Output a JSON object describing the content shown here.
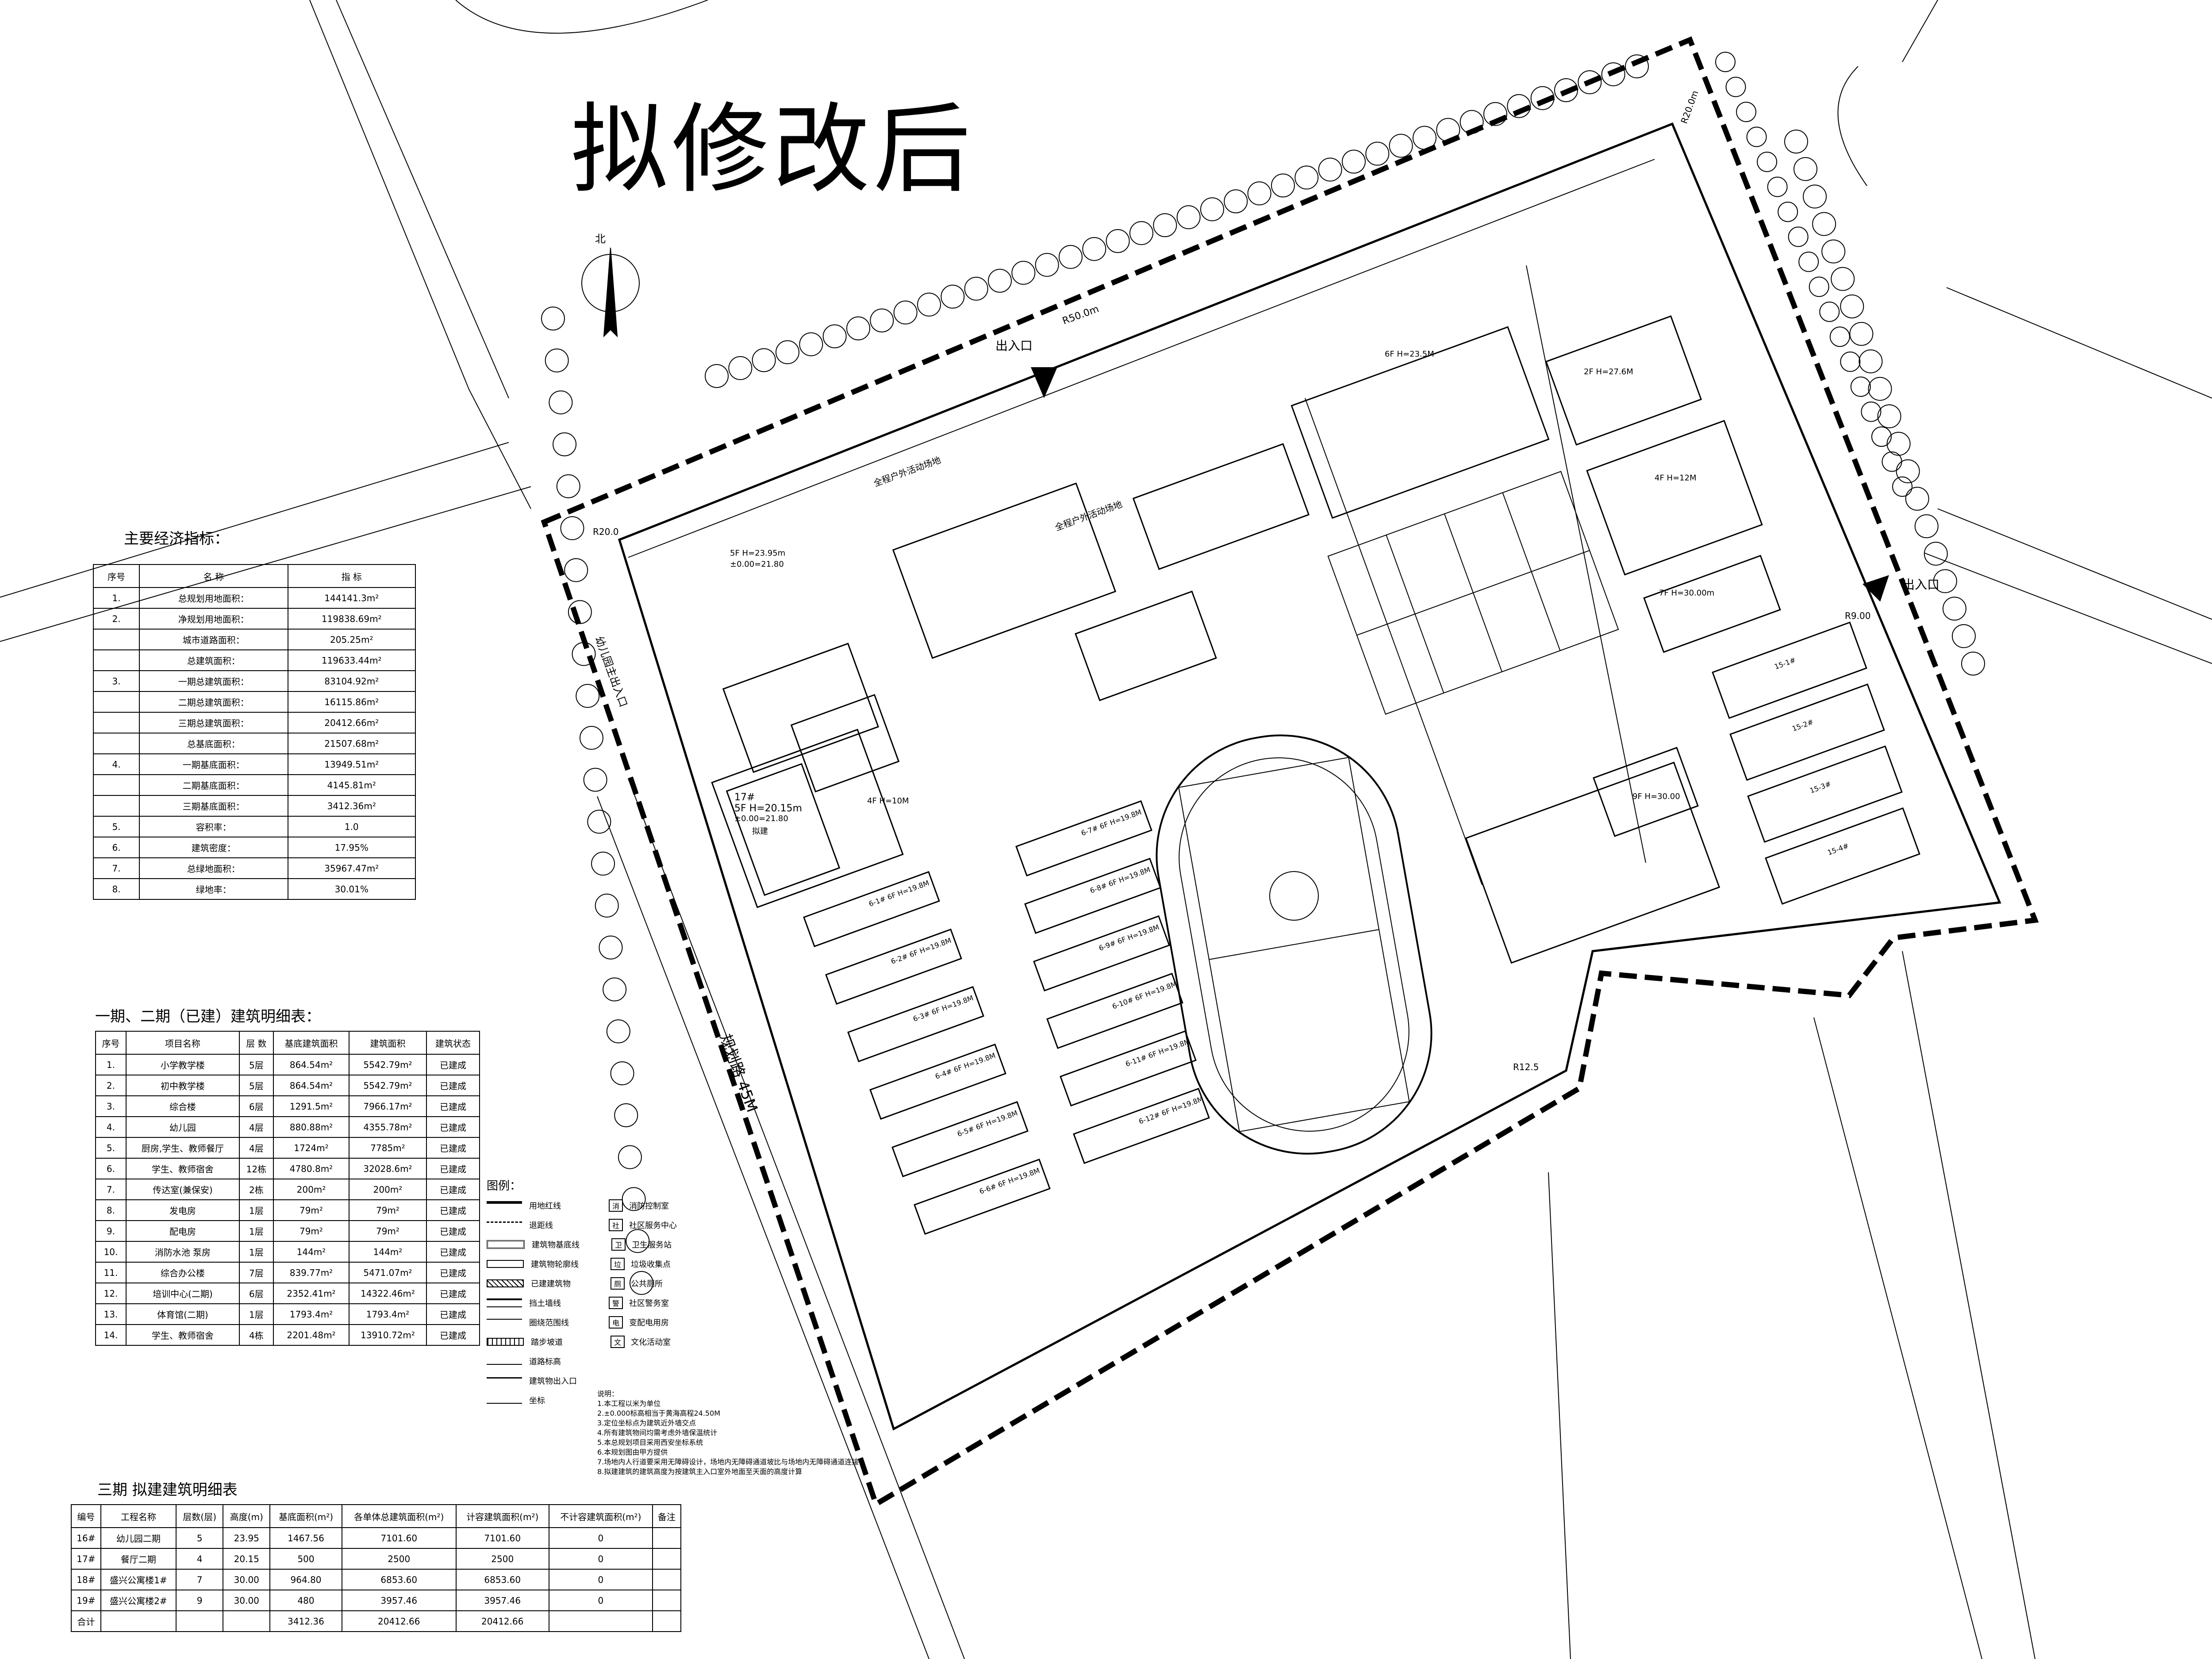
{
  "title": "拟修改后",
  "compass_label": "北",
  "map_labels": {
    "entrance_top": "出入口",
    "entrance_right": "出入口",
    "road_left": "规划路 45M",
    "kindergarten_entrance": "幼儿园主出入口",
    "activity_1": "全程户外活动场地",
    "activity_2": "全程户外活动场地",
    "r50": "R50.0m",
    "r20_top": "R20.0m",
    "r20_left": "R20.0",
    "r9": "R9.00",
    "r125": "R12.5",
    "bldg_17": "17#",
    "bldg_17_h": "5F H=20.15m",
    "bldg_17_z": "±0.00=21.80",
    "bldg_17_s": "拟建",
    "bldg_16_h": "5F H=23.95m",
    "bldg_16_z": "±0.00=21.80",
    "bldg_3": "4F H=10M",
    "bldg_12": "6F H=23.5M",
    "bldg_11": "2F H=27.6M",
    "bldg_13": "4F H=12M",
    "bldg_18": "7F H=30.00m",
    "bldg_19": "9F H=30.00",
    "dorms": [
      "6-1#",
      "6-2#",
      "6-3#",
      "6-4#",
      "6-5#",
      "6-6#",
      "6-7#",
      "6-8#",
      "6-9#",
      "6-10#",
      "6-11#",
      "6-12#"
    ],
    "dorm_h": "6F H=19.8M",
    "villas": [
      "15-1#",
      "15-2#",
      "15-3#",
      "15-4#"
    ]
  },
  "econ": {
    "title": "主要经济指标：",
    "header": [
      "序号",
      "名 称",
      "指 标"
    ],
    "rows": [
      {
        "no": "1.",
        "name": "总规划用地面积：",
        "value": "144141.3m²"
      },
      {
        "no": "2.",
        "name": "净规划用地面积：",
        "value": "119838.69m²"
      },
      {
        "no": "",
        "name": "城市道路面积：",
        "value": "205.25m²"
      },
      {
        "no": "",
        "name": "总建筑面积：",
        "value": "119633.44m²"
      },
      {
        "no": "3.",
        "name": "一期总建筑面积：",
        "value": "83104.92m²"
      },
      {
        "no": "",
        "name": "二期总建筑面积：",
        "value": "16115.86m²"
      },
      {
        "no": "",
        "name": "三期总建筑面积：",
        "value": "20412.66m²"
      },
      {
        "no": "",
        "name": "总基底面积：",
        "value": "21507.68m²"
      },
      {
        "no": "4.",
        "name": "一期基底面积：",
        "value": "13949.51m²"
      },
      {
        "no": "",
        "name": "二期基底面积：",
        "value": "4145.81m²"
      },
      {
        "no": "",
        "name": "三期基底面积：",
        "value": "3412.36m²"
      },
      {
        "no": "5.",
        "name": "容积率：",
        "value": "1.0"
      },
      {
        "no": "6.",
        "name": "建筑密度：",
        "value": "17.95%"
      },
      {
        "no": "7.",
        "name": "总绿地面积：",
        "value": "35967.47m²"
      },
      {
        "no": "8.",
        "name": "绿地率：",
        "value": "30.01%"
      }
    ]
  },
  "phase12": {
    "title": "一期、二期（已建）建筑明细表：",
    "header": [
      "序号",
      "项目名称",
      "层 数",
      "基底建筑面积",
      "建筑面积",
      "建筑状态"
    ],
    "rows": [
      [
        "1.",
        "小学教学楼",
        "5层",
        "864.54m²",
        "5542.79m²",
        "已建成"
      ],
      [
        "2.",
        "初中教学楼",
        "5层",
        "864.54m²",
        "5542.79m²",
        "已建成"
      ],
      [
        "3.",
        "综合楼",
        "6层",
        "1291.5m²",
        "7966.17m²",
        "已建成"
      ],
      [
        "4.",
        "幼儿园",
        "4层",
        "880.88m²",
        "4355.78m²",
        "已建成"
      ],
      [
        "5.",
        "厨房,学生、教师餐厅",
        "4层",
        "1724m²",
        "7785m²",
        "已建成"
      ],
      [
        "6.",
        "学生、教师宿舍",
        "12栋",
        "4780.8m²",
        "32028.6m²",
        "已建成"
      ],
      [
        "7.",
        "传达室(兼保安)",
        "2栋",
        "200m²",
        "200m²",
        "已建成"
      ],
      [
        "8.",
        "发电房",
        "1层",
        "79m²",
        "79m²",
        "已建成"
      ],
      [
        "9.",
        "配电房",
        "1层",
        "79m²",
        "79m²",
        "已建成"
      ],
      [
        "10.",
        "消防水池 泵房",
        "1层",
        "144m²",
        "144m²",
        "已建成"
      ],
      [
        "11.",
        "综合办公楼",
        "7层",
        "839.77m²",
        "5471.07m²",
        "已建成"
      ],
      [
        "12.",
        "培训中心(二期)",
        "6层",
        "2352.41m²",
        "14322.46m²",
        "已建成"
      ],
      [
        "13.",
        "体育馆(二期)",
        "1层",
        "1793.4m²",
        "1793.4m²",
        "已建成"
      ],
      [
        "14.",
        "学生、教师宿舍",
        "4栋",
        "2201.48m²",
        "13910.72m²",
        "已建成"
      ]
    ]
  },
  "phase3": {
    "title": "三期 拟建建筑明细表",
    "header": [
      "编号",
      "工程名称",
      "层数(层)",
      "高度(m)",
      "基底面积(m²)",
      "各单体总建筑面积(m²)",
      "计容建筑面积(m²)",
      "不计容建筑面积(m²)",
      "备注"
    ],
    "rows": [
      [
        "16#",
        "幼儿园二期",
        "5",
        "23.95",
        "1467.56",
        "7101.60",
        "7101.60",
        "0",
        ""
      ],
      [
        "17#",
        "餐厅二期",
        "4",
        "20.15",
        "500",
        "2500",
        "2500",
        "0",
        ""
      ],
      [
        "18#",
        "盛兴公寓楼1#",
        "7",
        "30.00",
        "964.80",
        "6853.60",
        "6853.60",
        "0",
        ""
      ],
      [
        "19#",
        "盛兴公寓楼2#",
        "9",
        "30.00",
        "480",
        "3957.46",
        "3957.46",
        "0",
        ""
      ],
      [
        "合计",
        "",
        "",
        "",
        "3412.36",
        "20412.66",
        "20412.66",
        "",
        ""
      ]
    ]
  },
  "legend": {
    "title": "图例：",
    "items": [
      {
        "sym": "thick",
        "label": "用地红线",
        "code": "消",
        "label2": "消防控制室"
      },
      {
        "sym": "dash",
        "label": "退距线",
        "code": "社",
        "label2": "社区服务中心"
      },
      {
        "sym": "double",
        "label": "建筑物基底线",
        "code": "卫",
        "label2": "卫生服务站"
      },
      {
        "sym": "double2",
        "label": "建筑物轮廓线",
        "code": "垃",
        "label2": "垃圾收集点"
      },
      {
        "sym": "hatch",
        "label": "已建建筑物",
        "code": "厕",
        "label2": "公共厕所"
      },
      {
        "sym": "wall",
        "label": "挡土墙线",
        "code": "警",
        "label2": "社区警务室"
      },
      {
        "sym": "line",
        "label": "圈绕范围线",
        "code": "电",
        "label2": "变配电用房"
      },
      {
        "sym": "step",
        "label": "踏步坡道",
        "code": "文",
        "label2": "文化活动室"
      },
      {
        "sym": "tri",
        "label": "道路标高",
        "code": "",
        "": ""
      },
      {
        "sym": "arrow",
        "label": "建筑物出入口",
        "code": "",
        "label2": ""
      },
      {
        "sym": "coord",
        "label": "坐标",
        "code": "",
        "label2": ""
      }
    ]
  },
  "notes": {
    "title": "说明：",
    "lines": [
      "1.本工程以米为单位",
      "2.±0.000标高相当于黄海高程24.50M",
      "3.定位坐标点为建筑近外墙交点",
      "4.所有建筑物间均需考虑外墙保温统计",
      "5.本总规划项目采用西安坐标系统",
      "6.本规划图由甲方提供",
      "7.场地内人行道要采用无障碍设计，场地内无障碍通道坡比与场地内无障碍通道连接",
      "8.拟建建筑的建筑高度为按建筑主入口室外地面至天面的高度计算"
    ]
  }
}
